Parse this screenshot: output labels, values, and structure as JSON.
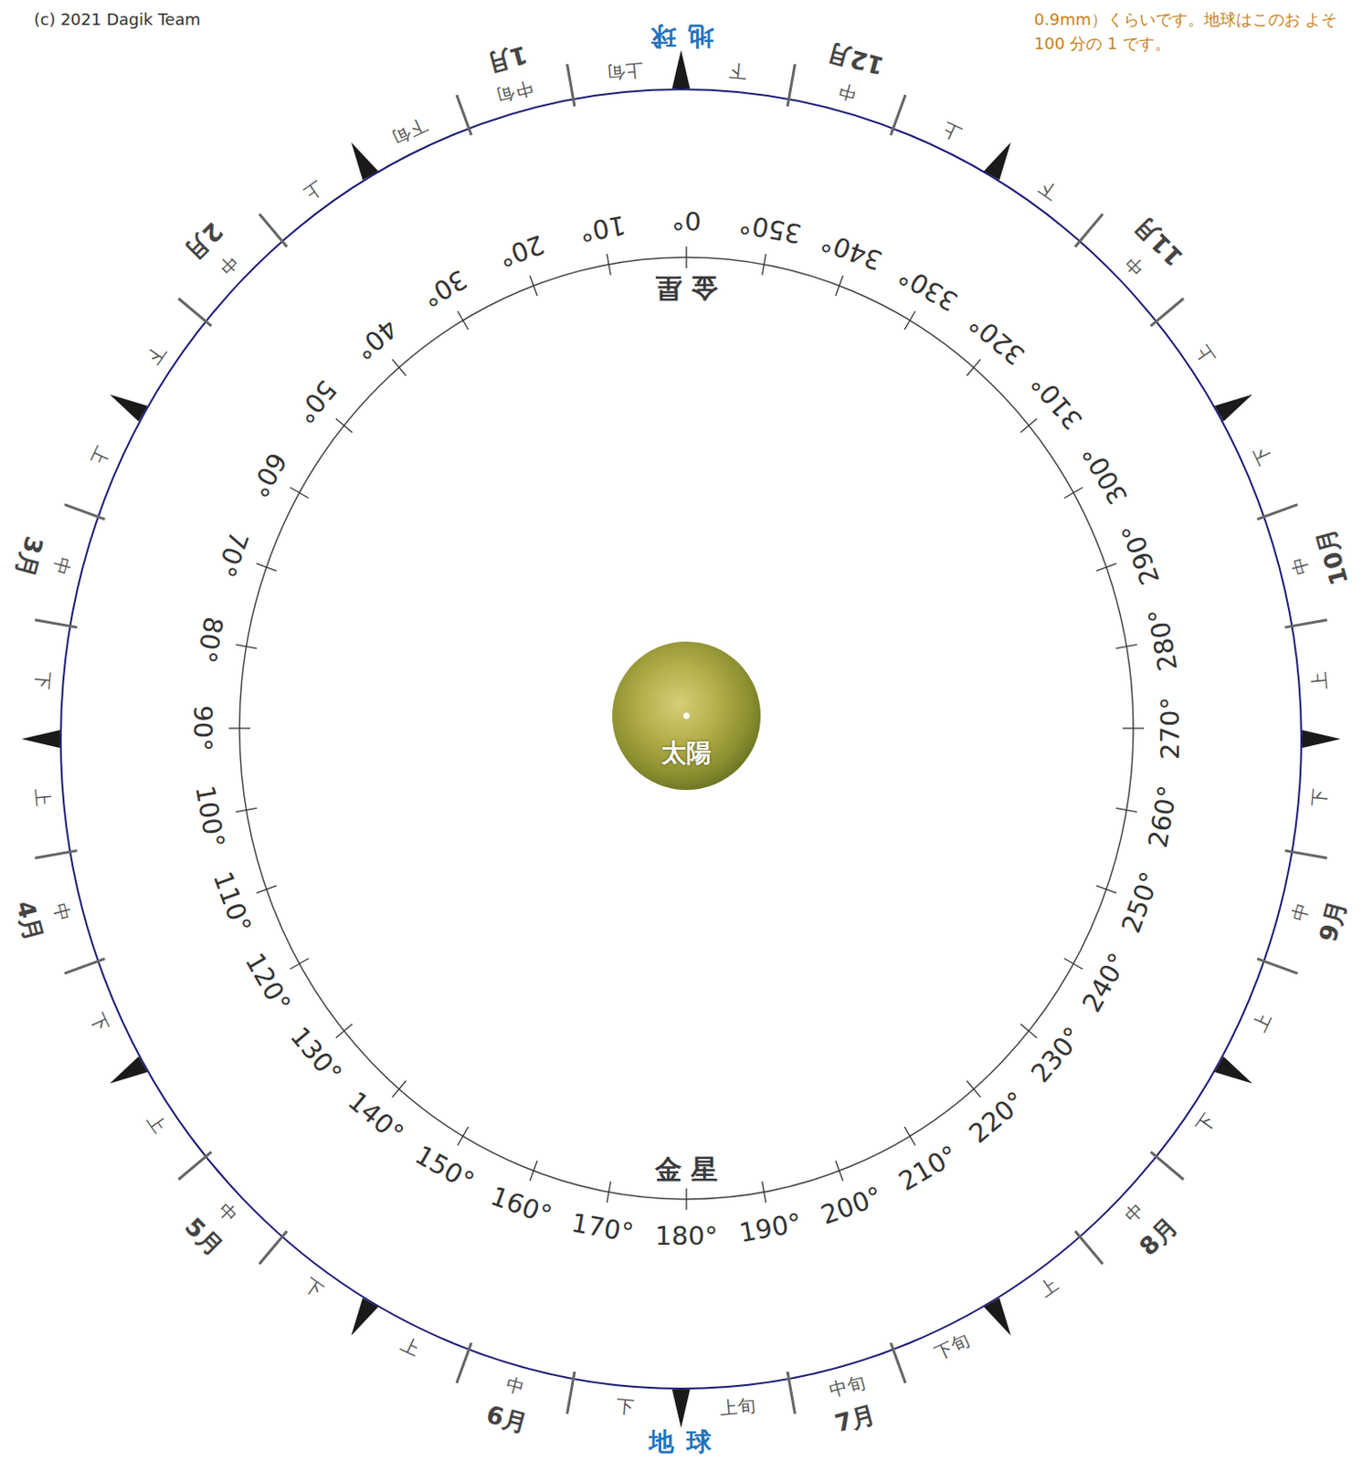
{
  "diagram": {
    "nodes": [
      {
        "text": [
          "太陽"
        ]
      }
    ],
    "labels": [
      "(c) 2021 Dagik Team",
      "0.9mm）くらいです。地球はこのお よそ 100 分の 1 です。",
      "地 球",
      "地 球",
      "金 星",
      "金 星",
      "0°",
      "10°",
      "20°",
      "30°",
      "40°",
      "50°",
      "60°",
      "70°",
      "80°",
      "90°",
      "100°",
      "110°",
      "120°",
      "130°",
      "140°",
      "150°",
      "160°",
      "170°",
      "180°",
      "190°",
      "200°",
      "210°",
      "220°",
      "230°",
      "240°",
      "250°",
      "260°",
      "270°",
      "280°",
      "290°",
      "300°",
      "310°",
      "320°",
      "330°",
      "340°",
      "350°",
      "1月",
      "上旬",
      "中旬",
      "下旬",
      "2月",
      "上",
      "中",
      "下",
      "3月",
      "上",
      "中",
      "下",
      "4月",
      "上",
      "中",
      "下",
      "5月",
      "上",
      "中",
      "下",
      "6月",
      "上",
      "中",
      "下",
      "7月",
      "上旬",
      "中旬",
      "下旬",
      "8月",
      "上",
      "中",
      "下",
      "9月",
      "上",
      "中",
      "下",
      "10月",
      "上",
      "中",
      "下",
      "11月",
      "上",
      "中",
      "下",
      "12月",
      "上",
      "中",
      "下"
    ]
  }
}
